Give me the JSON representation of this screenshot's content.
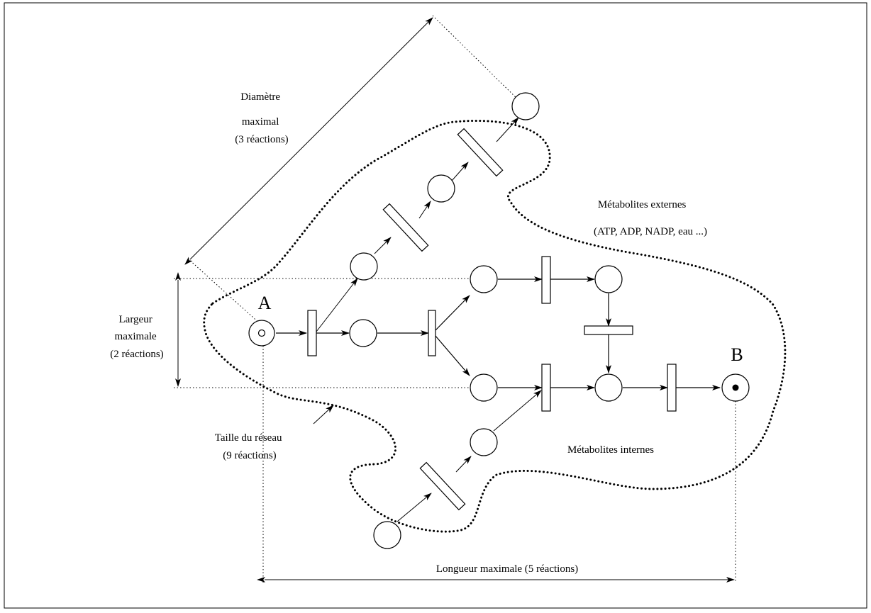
{
  "labels": {
    "diameter": [
      "Diamètre",
      "maximal",
      "(3 réactions)"
    ],
    "width": [
      "Largeur",
      "maximale",
      "(2 réactions)"
    ],
    "size": [
      "Taille du réseau",
      "(9 réactions)"
    ],
    "length": "Longueur maximale (5 réactions)",
    "external": [
      "Métabolites externes",
      "(ATP, ADP, NADP, eau ...)"
    ],
    "internal": "Métabolites internes",
    "node_a": "A",
    "node_b": "B"
  },
  "colors": {
    "ink": "#000000",
    "background": "#ffffff"
  }
}
